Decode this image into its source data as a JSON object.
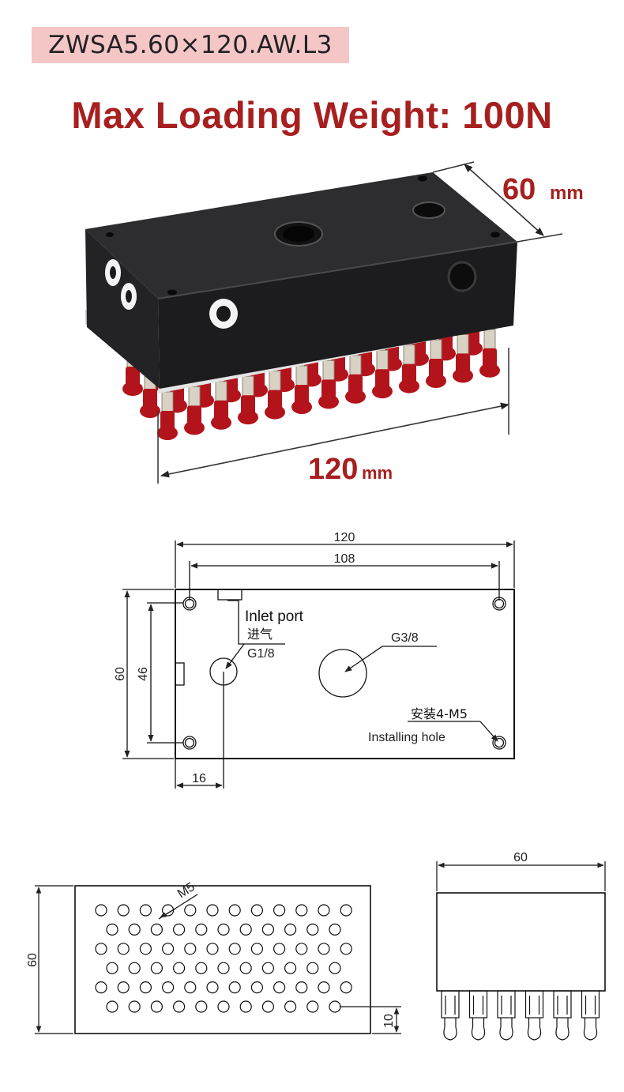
{
  "header": {
    "model_code": "ZWSA5.60×120.AW.L3",
    "headline": "Max Loading Weight: 100N"
  },
  "photo": {
    "width_value": "60",
    "width_unit": "mm",
    "length_value": "120",
    "length_unit": "mm",
    "colors": {
      "body": "#1d1d1f",
      "cup": "#b3141c",
      "plate": "#c9c9c9"
    }
  },
  "top_view": {
    "dim_length": "120",
    "dim_hole_spacing": "108",
    "dim_height": "60",
    "dim_hole_spacing_v": "46",
    "dim_inlet_offset": "16",
    "inlet_label_en": "Inlet port",
    "inlet_label_cn": "进气",
    "inlet_thread": "G1/8",
    "main_port_thread": "G3/8",
    "mount_label_cn": "安装4-M5",
    "mount_label_en": "Installing hole"
  },
  "bottom_view": {
    "dim_height": "60",
    "thread_label": "M5",
    "dim_row_offset": "10"
  },
  "side_view": {
    "dim_width": "60"
  }
}
